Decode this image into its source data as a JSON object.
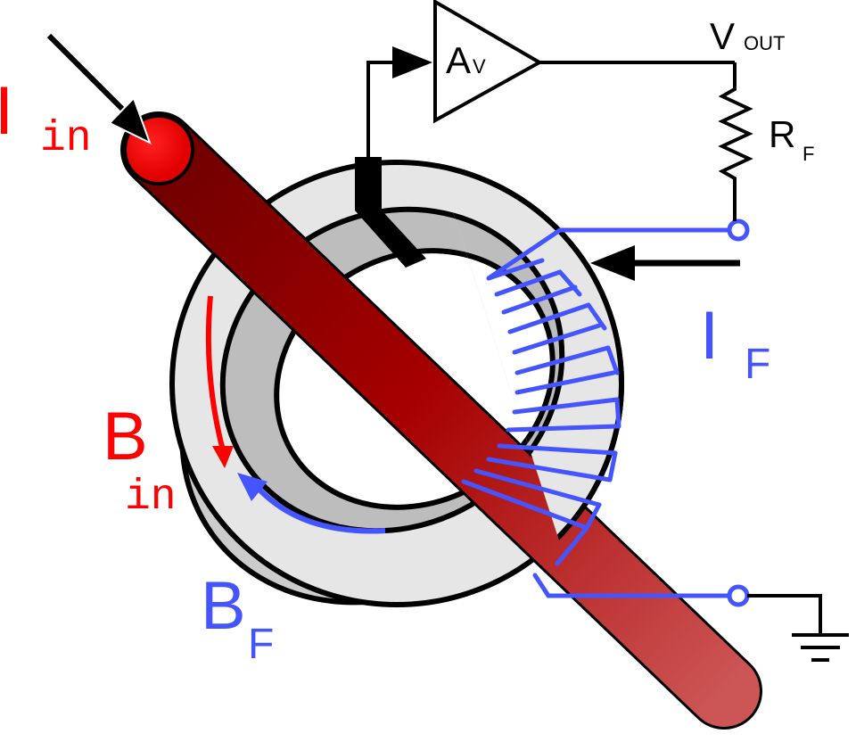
{
  "labels": {
    "i_in_main": "I",
    "i_in_sub": "in",
    "b_in_main": "B",
    "b_in_sub": "in",
    "b_f_main": "B",
    "b_f_sub": "F",
    "i_f_main": "I",
    "i_f_sub": "F",
    "amp_main": "A",
    "amp_sub": "V",
    "vout_main": "V",
    "vout_sub": "OUT",
    "rf_main": "R",
    "rf_sub": "F"
  },
  "colors": {
    "input_red": "#ff0000",
    "feedback_blue": "#4455ff",
    "conductor_dark": "#7a0000",
    "conductor_light": "#c84a4a",
    "core_light": "#e6e6e6",
    "core_shadow": "#bdbdbd",
    "wire": "#000000"
  }
}
